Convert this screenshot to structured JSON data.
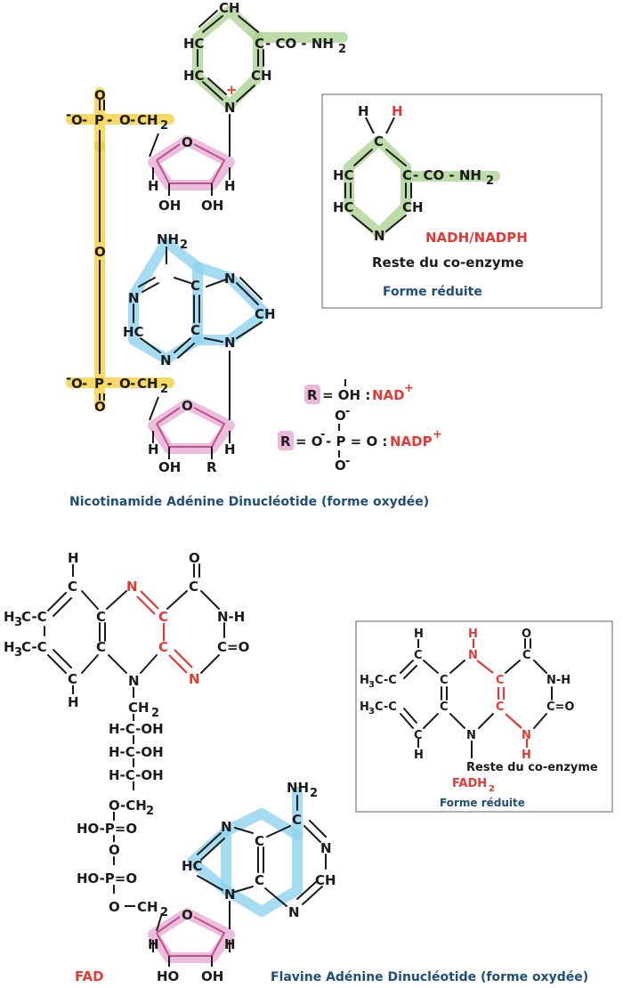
{
  "nad": {
    "atoms": {
      "ch_top": "CH",
      "hc1": "HC",
      "c_amide": "C",
      "co_nh2": "- CO - NH",
      "nh2_sub": "2",
      "hc2": "HC",
      "ch2": "CH",
      "n_plus": "N",
      "plus": "+",
      "o_top": "O",
      "o_minus1": "O",
      "minus": "-",
      "p1": "P",
      "o_bridge1": "O",
      "ch2_1": "CH",
      "ch2_sub": "2",
      "o_ring1": "O",
      "h1": "H",
      "h2": "H",
      "oh1": "OH",
      "oh2": "OH",
      "o_mid": "O",
      "nh2_ad": "NH",
      "n_ad1": "N",
      "c_ad1": "C",
      "n_ad2": "N",
      "ch_ad": "CH",
      "hc_ad": "HC",
      "c_ad2": "C",
      "n_ad3": "N",
      "n_ad4": "N",
      "o_minus2": "O",
      "p2": "P",
      "o_bridge2": "O",
      "ch2_2": "CH",
      "o_bot": "O",
      "o_ring2": "O",
      "h3": "H",
      "h4": "H",
      "oh3": "OH",
      "r": "R"
    },
    "legend": {
      "r1_lhs": "R",
      "r1_eq": "= OH :",
      "r1_name": "NAD",
      "r1_sup": "+",
      "r2_lhs": "R",
      "r2_eq": "= O",
      "r2_minus": "-",
      "r2_p": "- P = O :",
      "r2_name": "NADP",
      "r2_sup": "+",
      "o_up": "O",
      "o_up_minus": "-",
      "o_dn": "O",
      "o_dn_minus": "-"
    },
    "caption": "Nicotinamide Adénine Dinucléotide (forme oxydée)",
    "reduced_box": {
      "h_left": "H",
      "h_red": "H",
      "c_top": "C",
      "hc1": "HC",
      "c_amide": "C",
      "co_nh2": "- CO - NH",
      "nh2_sub": "2",
      "hc2": "HC",
      "ch": "CH",
      "n": "N",
      "name": "NADH/NADPH",
      "rest": "Reste du co-enzyme",
      "caption": "Forme réduite"
    }
  },
  "fad": {
    "atoms": {
      "h_top": "H",
      "c1": "C",
      "n_red1": "N",
      "c_red1": "C",
      "c_co": "C",
      "o_co": "O",
      "h3c1": "H",
      "h3c1_sub": "3",
      "h3c1_rest": "C-C",
      "c2": "C",
      "nh": "N-H",
      "h3c2": "H",
      "h3c2_sub": "3",
      "h3c2_rest": "C-C",
      "c3": "C",
      "c_red2": "C",
      "c_eq_o": "C=O",
      "c4": "C",
      "h_bot": "H",
      "n_ring": "N",
      "n_red2": "N",
      "ch2": "CH",
      "ch2_sub": "2",
      "hcoh1": "H-C-OH",
      "hcoh2": "H-C-OH",
      "hcoh3": "H-C-OH",
      "o_ch2": "O-CH",
      "o_ch2_sub": "2",
      "ho_p1": "HO-P=O",
      "o_mid": "O",
      "ho_p2": "HO-P=O",
      "o_link": "O",
      "ch2_b": "CH",
      "ch2_b_sub": "2",
      "o_ring": "O",
      "h1": "H",
      "h2": "H",
      "ho": "HO",
      "oh": "OH",
      "nh2": "NH",
      "nh2_sub": "2",
      "n_a1": "N",
      "c_a1": "C",
      "c_a2": "C",
      "n_a2": "N",
      "hc": "HC",
      "c_a3": "C",
      "ch": "CH",
      "n_a3": "N",
      "n_a4": "N"
    },
    "label": "FAD",
    "caption": "Flavine Adénine Dinucléotide (forme oxydée)",
    "reduced_box": {
      "h_top": "H",
      "h_red1": "H",
      "n_red1": "N",
      "o_co": "O",
      "c1": "C",
      "c_red1": "C",
      "c_co": "C",
      "h3c1": "H",
      "h3c1_sub": "3",
      "h3c1_rest": "C-C",
      "c2": "C",
      "nh": "N-H",
      "h3c2": "H",
      "h3c2_sub": "3",
      "h3c2_rest": "C-C",
      "c3": "C",
      "c_red2": "C",
      "c_eq_o": "C=O",
      "c4": "C",
      "n_ring": "N",
      "n_red2": "N",
      "h_bot": "H",
      "h_red2": "H",
      "rest": "Reste du co-enzyme",
      "name": "FADH",
      "name_sub": "2",
      "caption": "Forme réduite"
    }
  }
}
